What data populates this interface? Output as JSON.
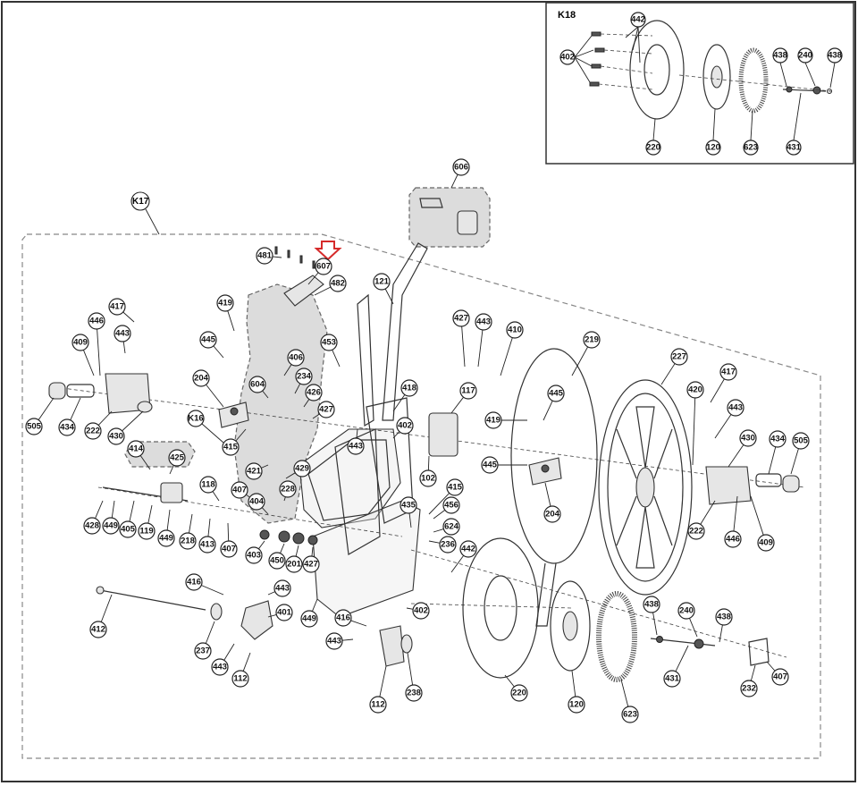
{
  "colors": {
    "line": "#222222",
    "shade": "#dcdcdc",
    "highlight_arrow": "#d62a2a"
  },
  "inset": {
    "group_label": "K18"
  },
  "main": {
    "group_label": "K17",
    "subgroup_label": "K16"
  },
  "callouts": {
    "c606": "606",
    "c607": "607",
    "c481": "481",
    "c482": "482",
    "c121": "121",
    "c417a": "417",
    "c446a": "446",
    "c409a": "409",
    "c443a": "443",
    "c505a": "505",
    "c434a": "434",
    "c222a": "222",
    "c430a": "430",
    "c419a": "419",
    "c445a": "445",
    "c204a": "204",
    "c604": "604",
    "c406": "406",
    "c234": "234",
    "c426": "426",
    "c427a": "427",
    "c453": "453",
    "c443b": "443",
    "c418": "418",
    "c117": "117",
    "c402a": "402",
    "c427b": "427",
    "c443c": "443",
    "c410": "410",
    "c219": "219",
    "c227": "227",
    "c445b": "445",
    "c419b": "419",
    "c445c": "445",
    "c204b": "204",
    "c417b": "417",
    "c420": "420",
    "c443d": "443",
    "c430b": "430",
    "c434b": "434",
    "c505b": "505",
    "c222b": "222",
    "c446b": "446",
    "c409b": "409",
    "c414": "414",
    "c425": "425",
    "c415a": "415",
    "c421": "421",
    "c429": "429",
    "c407a": "407",
    "c118": "118",
    "c404": "404",
    "c228": "228",
    "c102": "102",
    "c415b": "415",
    "c435": "435",
    "c456": "456",
    "c624": "624",
    "c236": "236",
    "c442a": "442",
    "c428": "428",
    "c449a": "449",
    "c405": "405",
    "c119": "119",
    "c449b": "449",
    "c218": "218",
    "c413": "413",
    "c407b": "407",
    "c403": "403",
    "c450": "450",
    "c201": "201",
    "c427c": "427",
    "c416a": "416",
    "c443e": "443",
    "c401": "401",
    "c449c": "449",
    "c412": "412",
    "c237": "237",
    "c443f": "443",
    "c112a": "112",
    "c416b": "416",
    "c443g": "443",
    "c402b": "402",
    "c112b": "112",
    "c238": "238",
    "c220a": "220",
    "c120a": "120",
    "c623a": "623",
    "c438a": "438",
    "c240a": "240",
    "c438b": "438",
    "c431a": "431",
    "c232": "232",
    "c407c": "407",
    "c442b": "442",
    "c402c": "402",
    "c220b": "220",
    "c120b": "120",
    "c623b": "623",
    "c438c": "438",
    "c240b": "240",
    "c438d": "438",
    "c431b": "431"
  }
}
